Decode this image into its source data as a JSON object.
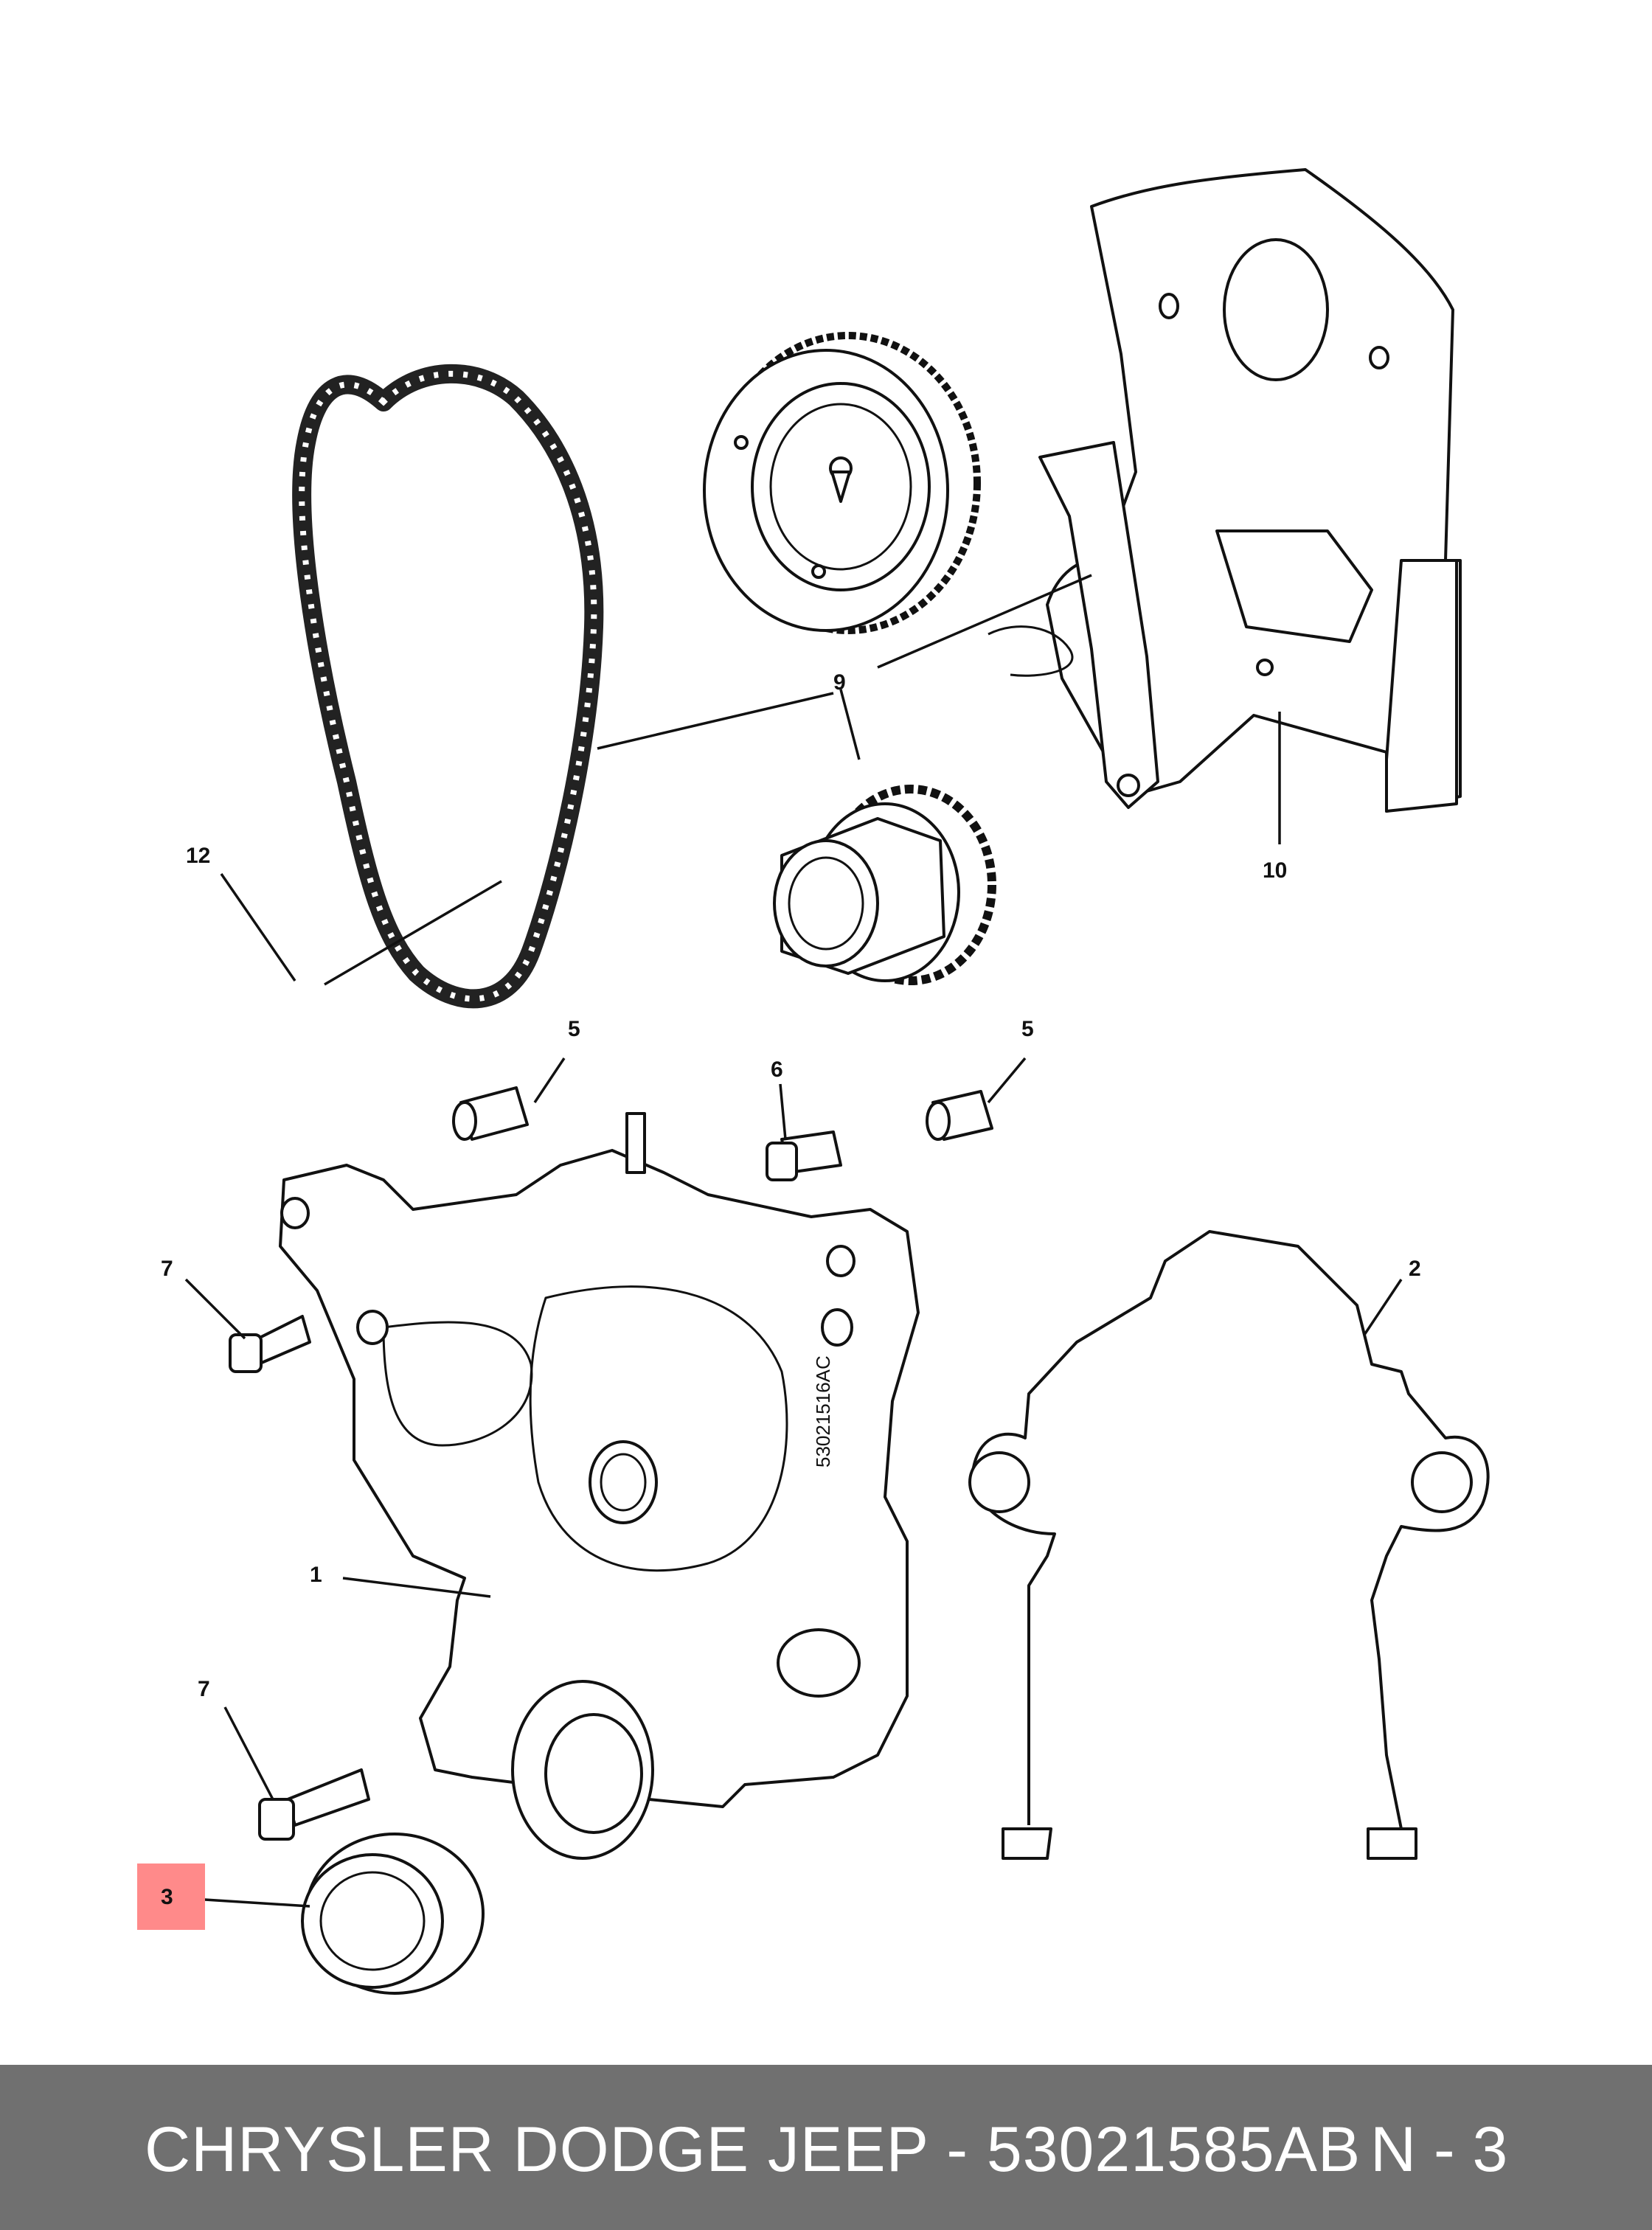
{
  "callouts": {
    "c1": "1",
    "c2": "2",
    "c3": "3",
    "c5a": "5",
    "c5b": "5",
    "c6": "6",
    "c7a": "7",
    "c7b": "7",
    "c9": "9",
    "c10": "10",
    "c12": "12"
  },
  "cast_marking": "53021516AC",
  "highlight": {
    "callout": "3",
    "color": "#ff8a8a"
  },
  "footer": {
    "title": "CHRYSLER DODGE JEEP - 53021585AB",
    "code": "N - 3",
    "background": "#707070"
  }
}
